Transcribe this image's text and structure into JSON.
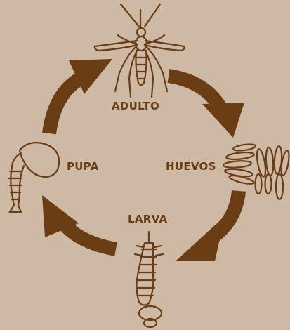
{
  "colors": {
    "background": "#cdb9a4",
    "arrow": "#6b3d14",
    "outline": "#6b3d14",
    "label": "#6b3d14"
  },
  "stages": {
    "adult": {
      "label": "ADULTO",
      "icon": "mosquito-icon"
    },
    "eggs": {
      "label": "HUEVOS",
      "icon": "eggs-icon"
    },
    "larva": {
      "label": "LARVA",
      "icon": "larva-icon"
    },
    "pupa": {
      "label": "PUPA",
      "icon": "pupa-icon"
    }
  }
}
